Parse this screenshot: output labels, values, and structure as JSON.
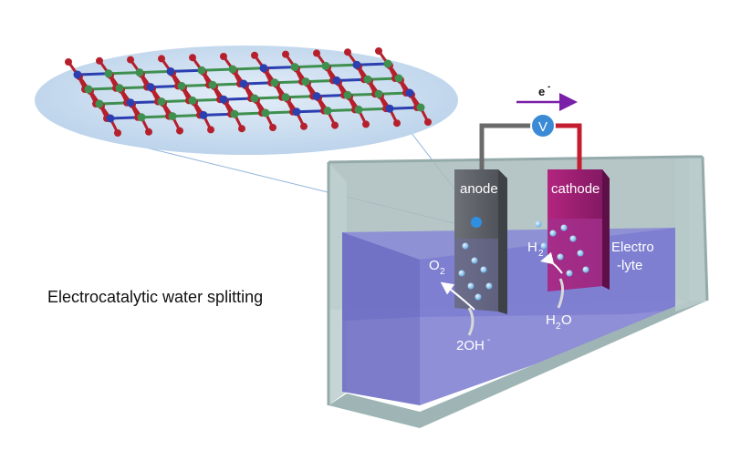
{
  "caption": "Electrocatalytic water splitting",
  "labels": {
    "anode": "anode",
    "cathode": "cathode",
    "electrolyte_line1": "Electro",
    "electrolyte_line2": "-lyte",
    "voltmeter": "V",
    "electron": "e",
    "electron_charge": "-",
    "o2_base": "O",
    "o2_sub": "2",
    "h2_base": "H",
    "h2_sub": "2",
    "h2o_base": "H",
    "h2o_sub": "2",
    "h2o_end": "O",
    "oh_text": "2OH",
    "oh_charge": "-"
  },
  "colors": {
    "atom_red": "#b5202c",
    "atom_green": "#3f8f4f",
    "atom_blue": "#2c3fb0",
    "cathode": "#9a1f74",
    "anode": "#5b5f66",
    "electrolyte": "#7f7fd0",
    "wire_left": "#6b6b6b",
    "wire_right": "#c31d2f",
    "electron_arrow": "#7a1fa8",
    "lens": "#c9dcef"
  }
}
